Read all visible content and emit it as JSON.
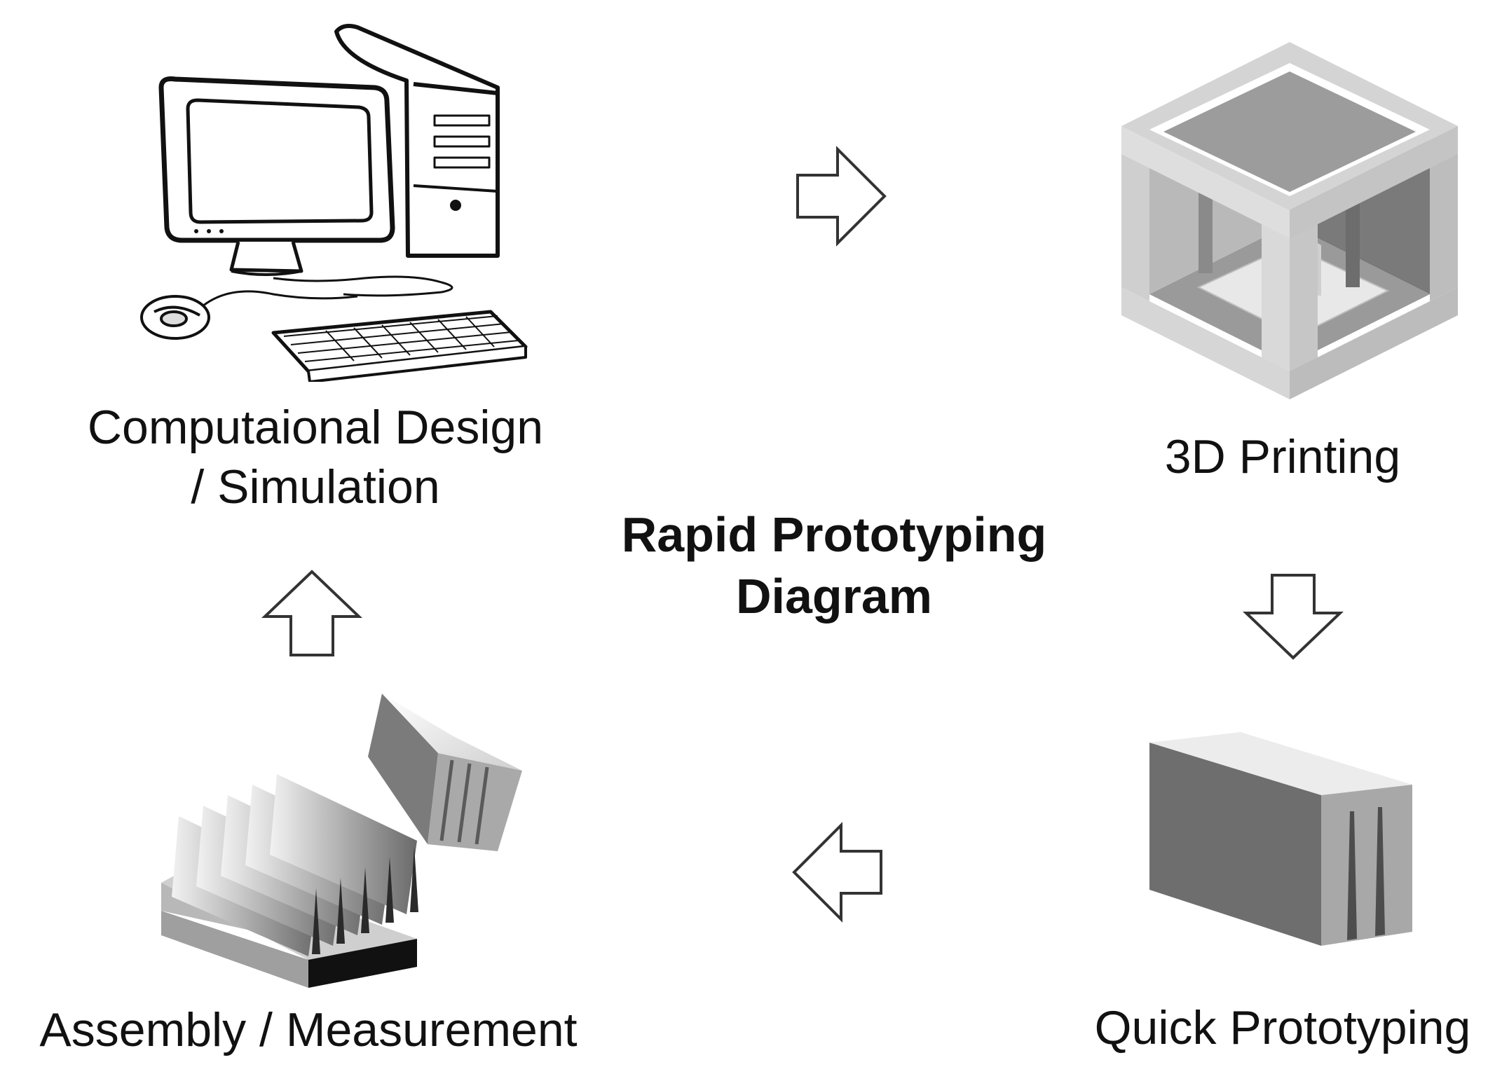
{
  "diagram": {
    "title_line1": "Rapid Prototyping",
    "title_line2": "Diagram",
    "steps": {
      "design": {
        "line1": "Computaional Design",
        "line2": "/ Simulation",
        "icon": "computer-icon"
      },
      "printing": {
        "label": "3D Printing",
        "icon": "3d-printer-icon"
      },
      "prototyping": {
        "label": "Quick Prototyping",
        "icon": "prototype-block-icon"
      },
      "assembly": {
        "label": "Assembly / Measurement",
        "icon": "heatsink-assembly-icon"
      }
    },
    "colors": {
      "stroke": "#222222",
      "face_dark": "#6b6b6b",
      "face_mid": "#a8a8a8",
      "face_light": "#d9d9d9"
    }
  }
}
